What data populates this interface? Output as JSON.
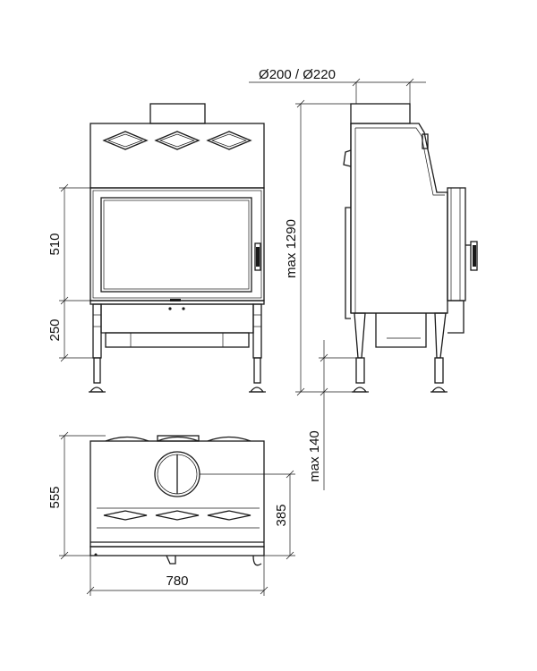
{
  "labels": {
    "flue_diameter": "Ø200 / Ø220",
    "door_height": "510",
    "base_height": "250",
    "max_height": "max 1290",
    "max_leg": "max 140",
    "depth": "555",
    "flue_offset": "385",
    "width": "780"
  },
  "icons": {
    "vent": "diamond-vent-icon",
    "foot": "adjustable-foot-icon"
  },
  "colors": {
    "line": "#1a1a1a",
    "background": "#ffffff"
  }
}
